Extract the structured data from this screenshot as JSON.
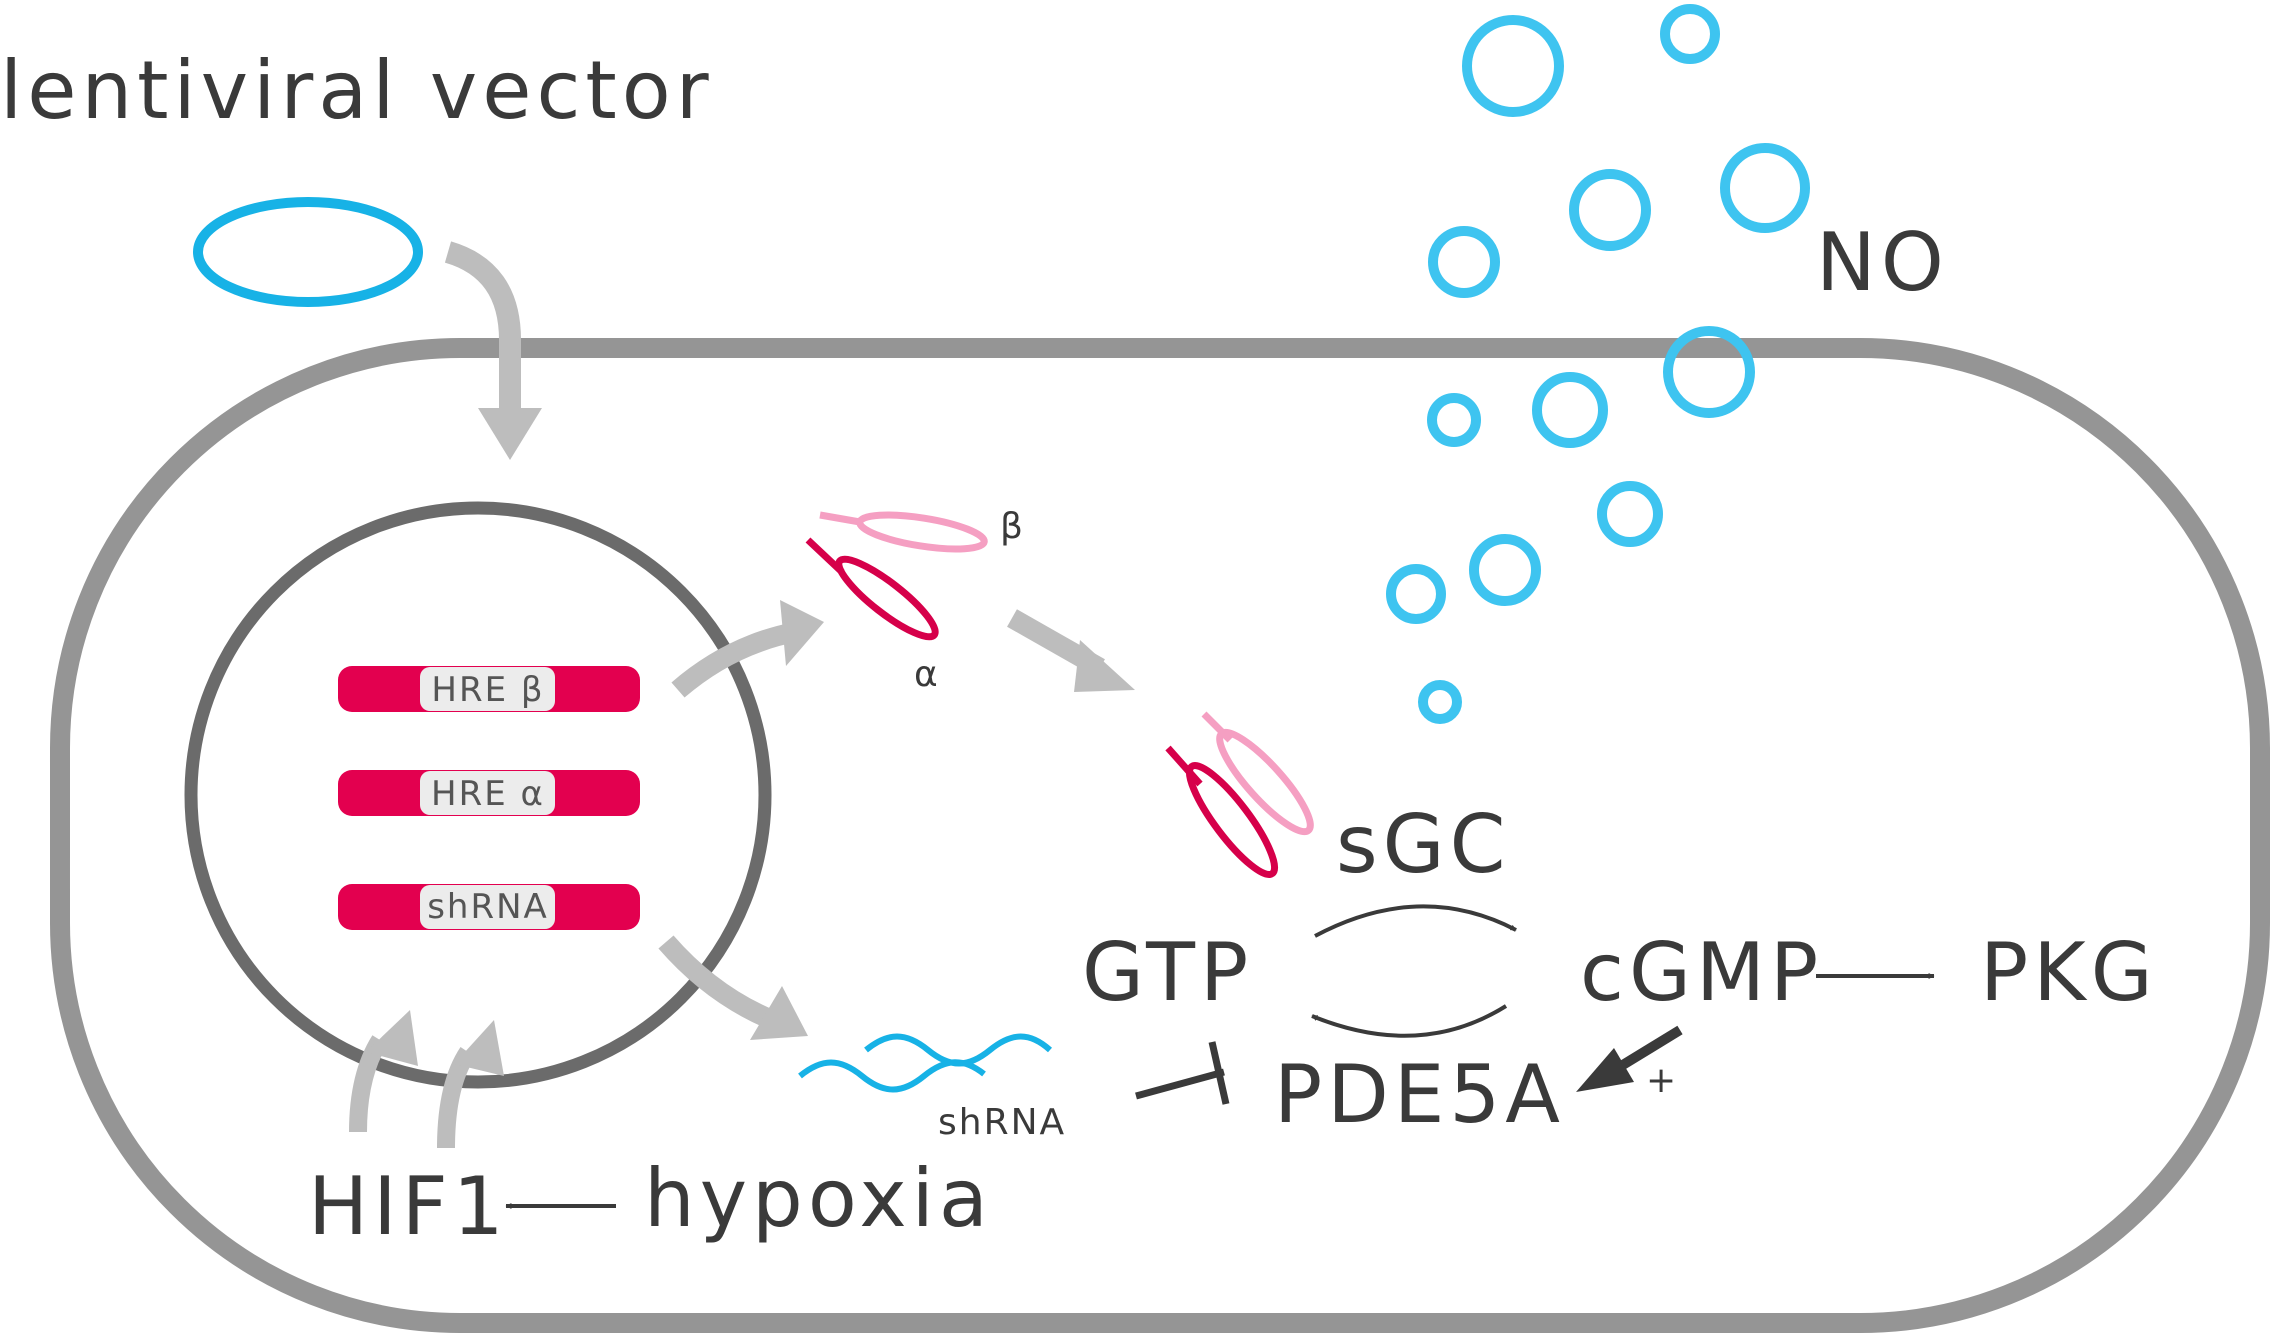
{
  "labels": {
    "vector": "lentiviral vector",
    "no": "NO",
    "beta": "β",
    "alpha": "α",
    "sgc": "sGC",
    "gtp": "GTP",
    "cgmp": "cGMP",
    "pkg": "PKG",
    "pde5a": "PDE5A",
    "plus": "+",
    "shrna_product": "shRNA",
    "hif1": "HIF1",
    "hypoxia": "hypoxia"
  },
  "genes": [
    "HRE β",
    "HRE α",
    "shRNA"
  ],
  "colors": {
    "gene_bar": "#e3004f",
    "alpha_subunit": "#d6004a",
    "beta_subunit": "#f59fc2",
    "no_bubble": "#3ec4f0",
    "vector": "#17b2e6",
    "membrane": "#959595",
    "nucleus": "#6b6b6b",
    "gray_arrow": "#bdbdbd",
    "text": "#3a3a3a"
  }
}
